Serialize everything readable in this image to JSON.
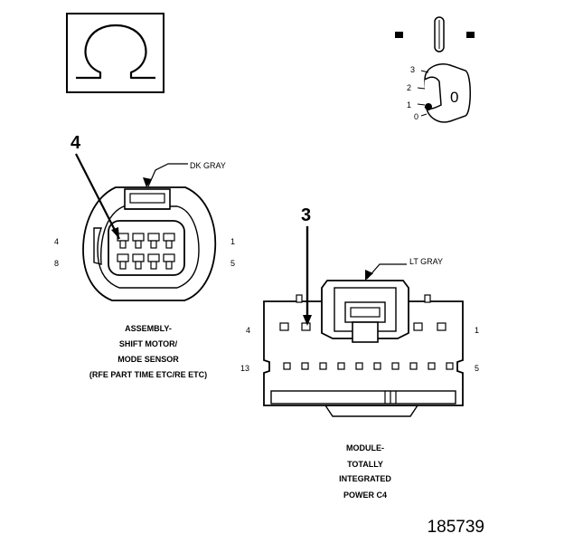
{
  "icons": {
    "ohmmeter": "ohm-symbol-icon",
    "ignition": "ignition-key-icon"
  },
  "ignition": {
    "positions": [
      "3",
      "2",
      "1",
      "0"
    ],
    "key_mark": "0"
  },
  "connector_shift_motor": {
    "callout": "4",
    "color_label": "DK GRAY",
    "pin_left_top": "4",
    "pin_left_bottom": "8",
    "pin_right_top": "1",
    "pin_right_bottom": "5",
    "caption": [
      "ASSEMBLY-",
      "SHIFT MOTOR/",
      "MODE SENSOR",
      "(RFE PART TIME ETC/RE ETC)"
    ]
  },
  "connector_module": {
    "callout": "3",
    "color_label": "LT GRAY",
    "pin_left_top": "4",
    "pin_left_bottom": "13",
    "pin_right_top": "1",
    "pin_right_bottom": "5",
    "caption": [
      "MODULE-",
      "TOTALLY",
      "INTEGRATED",
      "POWER C4"
    ]
  },
  "figure_number": "185739"
}
